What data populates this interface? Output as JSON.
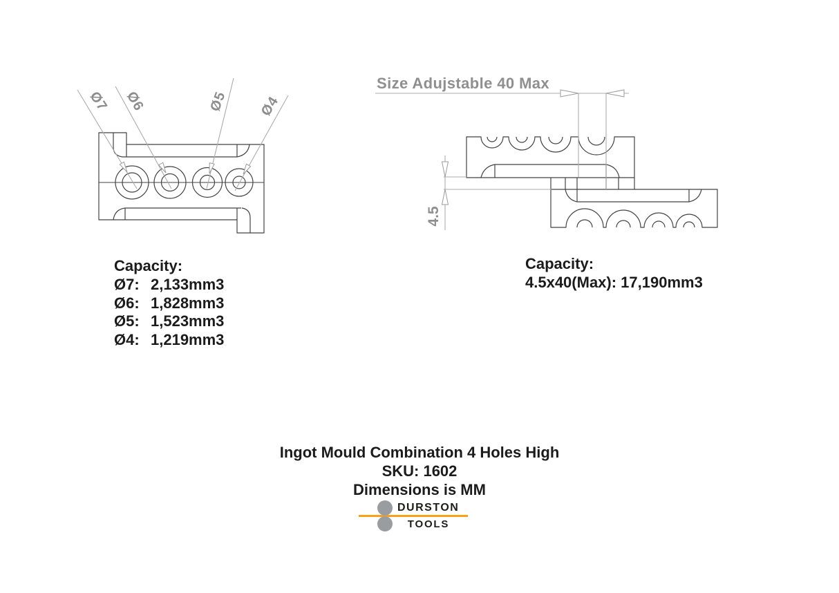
{
  "left_view": {
    "labels": {
      "d7": "Ø7",
      "d6": "Ø6",
      "d5": "Ø5",
      "d4": "Ø4"
    }
  },
  "right_view": {
    "size_label": "Size Adujstable 40 Max",
    "offset_dim": "4.5"
  },
  "capacity_left": {
    "heading": "Capacity:",
    "rows": [
      {
        "label": "Ø7:",
        "value": "2,133mm3"
      },
      {
        "label": "Ø6:",
        "value": "1,828mm3"
      },
      {
        "label": "Ø5:",
        "value": "1,523mm3"
      },
      {
        "label": "Ø4:",
        "value": "1,219mm3"
      }
    ]
  },
  "capacity_right": {
    "heading": "Capacity:",
    "line": "4.5x40(Max): 17,190mm3"
  },
  "footer": {
    "title": "Ingot Mould Combination 4 Holes High",
    "sku": "SKU: 1602",
    "dimensions_note": "Dimensions is MM",
    "brand_top": "DURSTON",
    "brand_bottom": "TOOLS"
  },
  "colors": {
    "accent_orange": "#f7a01b",
    "logo_gray": "#9a9da0",
    "dim_text_gray": "#8f8f8f",
    "line_dark": "#424242",
    "line_gray": "#ababab",
    "text_black": "#1b1b1b"
  }
}
